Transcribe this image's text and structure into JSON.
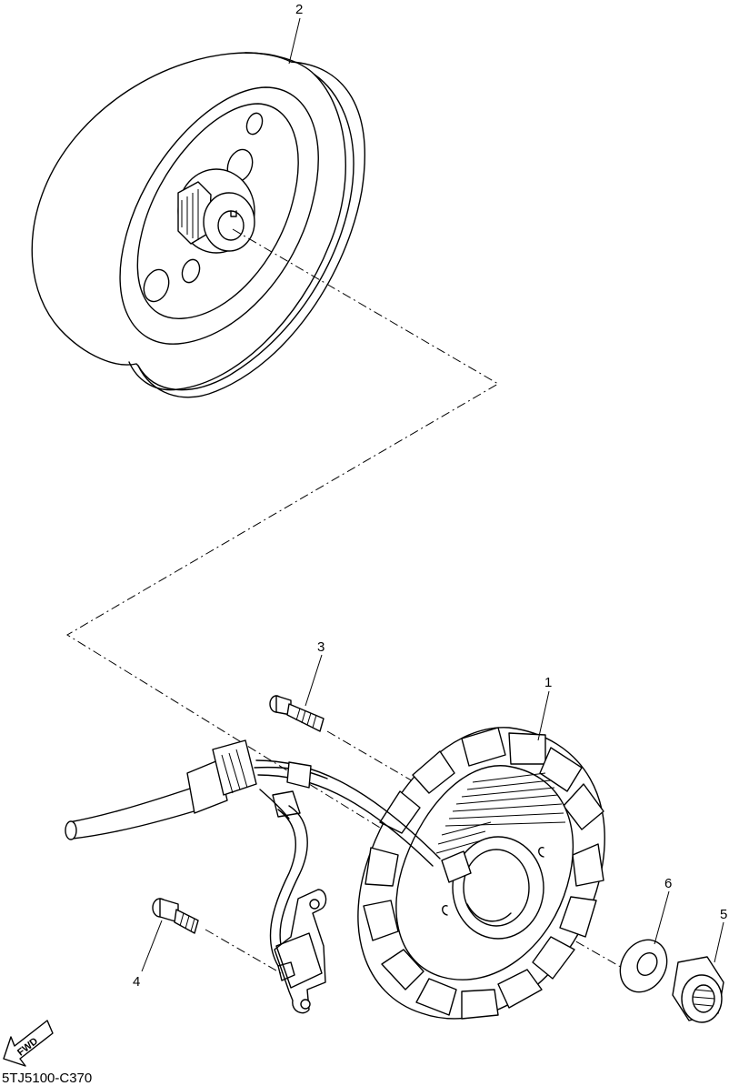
{
  "diagram": {
    "callouts": {
      "stator_assembly": "1",
      "rotor": "2",
      "stator_screw": "3",
      "pickup_coil_screw": "4",
      "nut": "5",
      "washer": "6"
    },
    "fwd_badge": "FWD",
    "figure_code": "5TJ5100-C370"
  }
}
